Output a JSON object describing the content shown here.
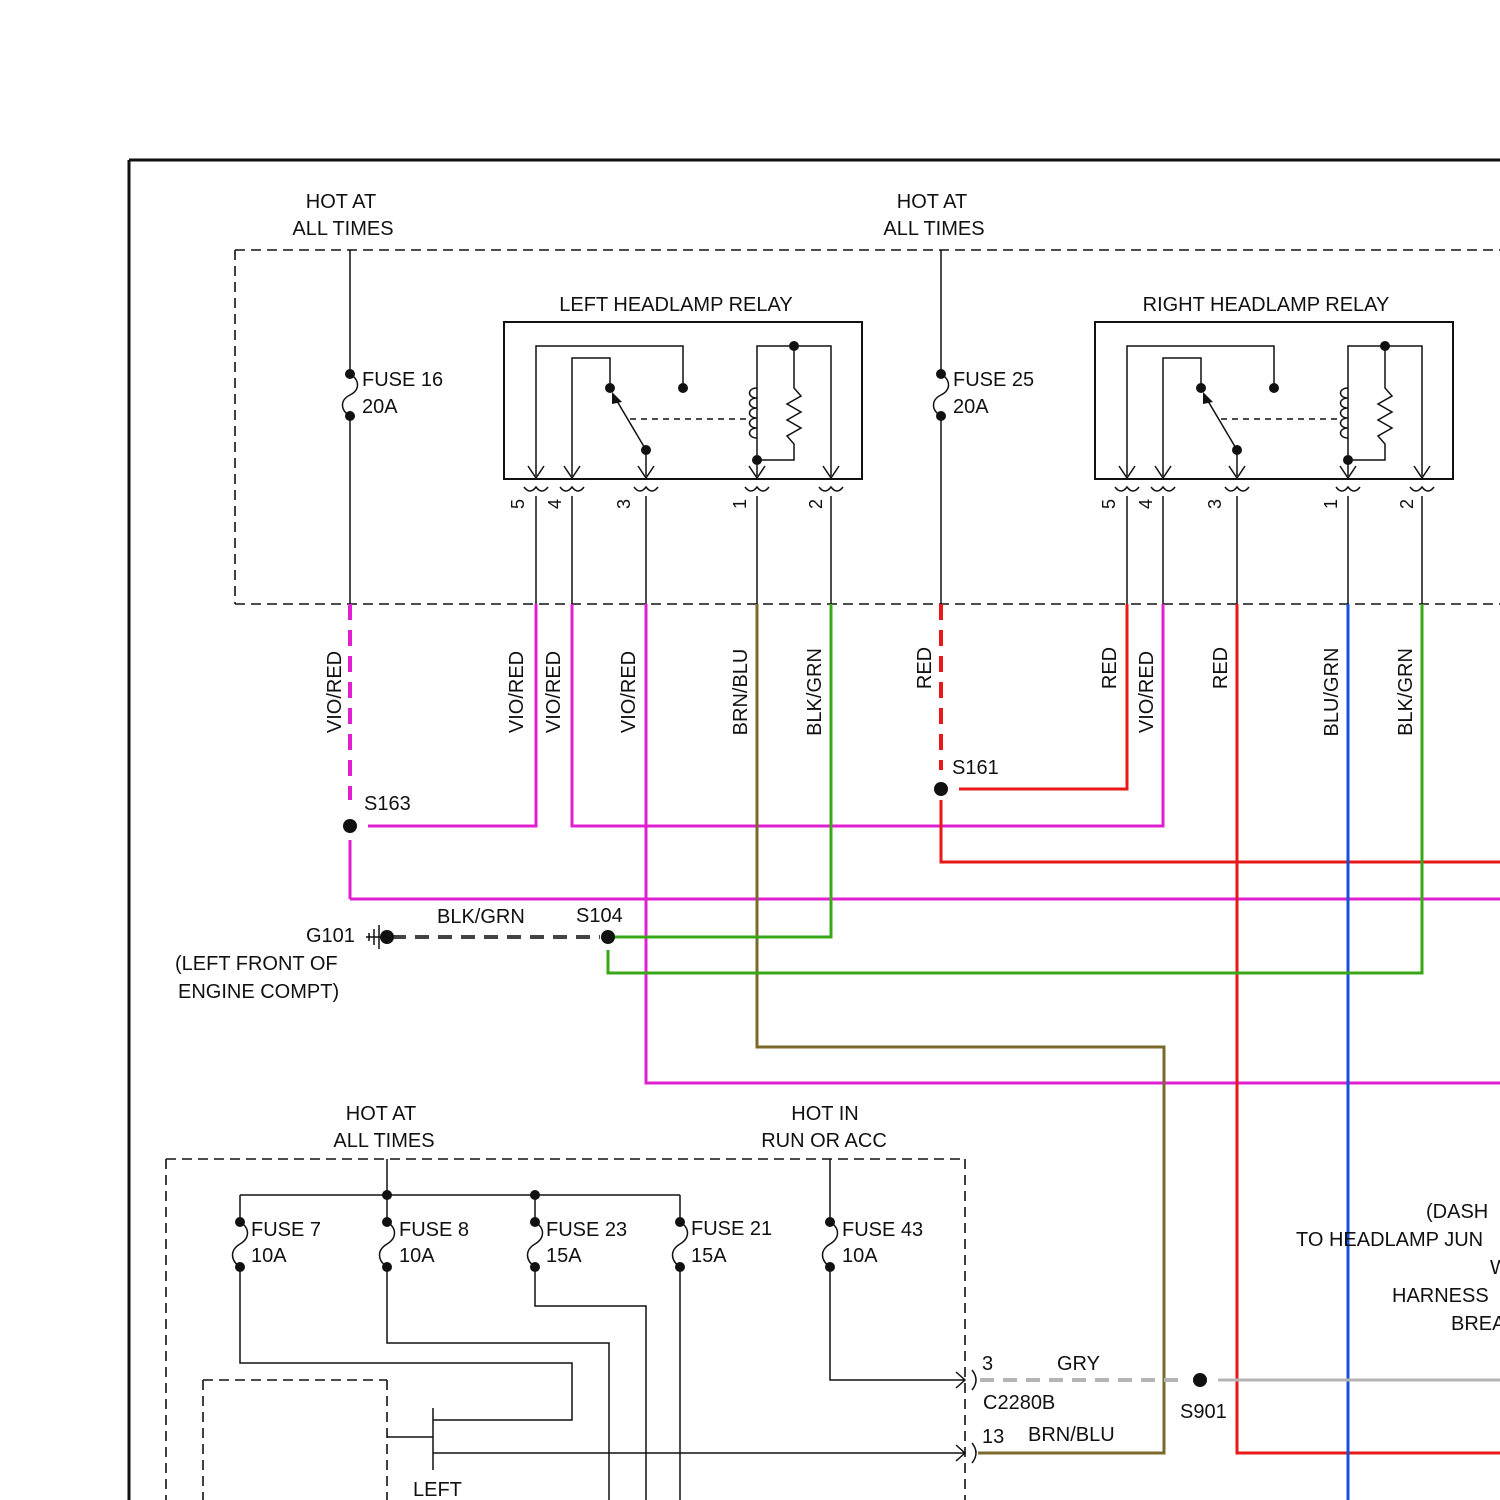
{
  "colors": {
    "violet_red": "#e020d0",
    "red": "#e81818",
    "blue": "#1850d8",
    "green": "#38a818",
    "brown_blue": "#7a6a2a",
    "gray": "#b4b4b4",
    "ground_dash": "#444444",
    "line": "#111111"
  },
  "upper_box": {
    "hot_left": [
      "HOT AT",
      "ALL TIMES"
    ],
    "hot_right": [
      "HOT AT",
      "ALL TIMES"
    ],
    "fuse16": [
      "FUSE 16",
      "20A"
    ],
    "fuse25": [
      "FUSE 25",
      "20A"
    ],
    "left_relay": {
      "title": "LEFT HEADLAMP RELAY",
      "pins": [
        "5",
        "4",
        "3",
        "1",
        "2"
      ]
    },
    "right_relay": {
      "title": "RIGHT HEADLAMP RELAY",
      "pins": [
        "5",
        "4",
        "3",
        "1",
        "2"
      ]
    }
  },
  "wire_labels": {
    "w1": "VIO/RED",
    "w2": "VIO/RED",
    "w3": "VIO/RED",
    "w4": "VIO/RED",
    "w5": "BRN/BLU",
    "w6": "BLK/GRN",
    "w7": "RED",
    "w8": "RED",
    "w9": "VIO/RED",
    "w10": "RED",
    "w11": "BLU/GRN",
    "w12": "BLK/GRN",
    "ground_wire": "BLK/GRN",
    "gry": "GRY",
    "brn_blu": "BRN/BLU"
  },
  "splices": {
    "s163": "S163",
    "s161": "S161",
    "s104": "S104",
    "s901": "S901"
  },
  "ground": {
    "id": "G101",
    "location": [
      "(LEFT FRONT OF",
      "ENGINE COMPT)"
    ]
  },
  "lower_box": {
    "hot_left": [
      "HOT AT",
      "ALL TIMES"
    ],
    "hot_right": [
      "HOT IN",
      "RUN OR ACC"
    ],
    "fuses": [
      {
        "name": "FUSE 7",
        "rating": "10A"
      },
      {
        "name": "FUSE 8",
        "rating": "10A"
      },
      {
        "name": "FUSE 23",
        "rating": "15A"
      },
      {
        "name": "FUSE 21",
        "rating": "15A"
      },
      {
        "name": "FUSE 43",
        "rating": "10A"
      }
    ],
    "left_label": "LEFT"
  },
  "connector": {
    "pin3": "3",
    "pin13": "13",
    "name": "C2280B"
  },
  "note_lines": [
    "(DASH",
    "TO HEADLAMP JUN",
    "W",
    "HARNESS",
    "BREA"
  ]
}
